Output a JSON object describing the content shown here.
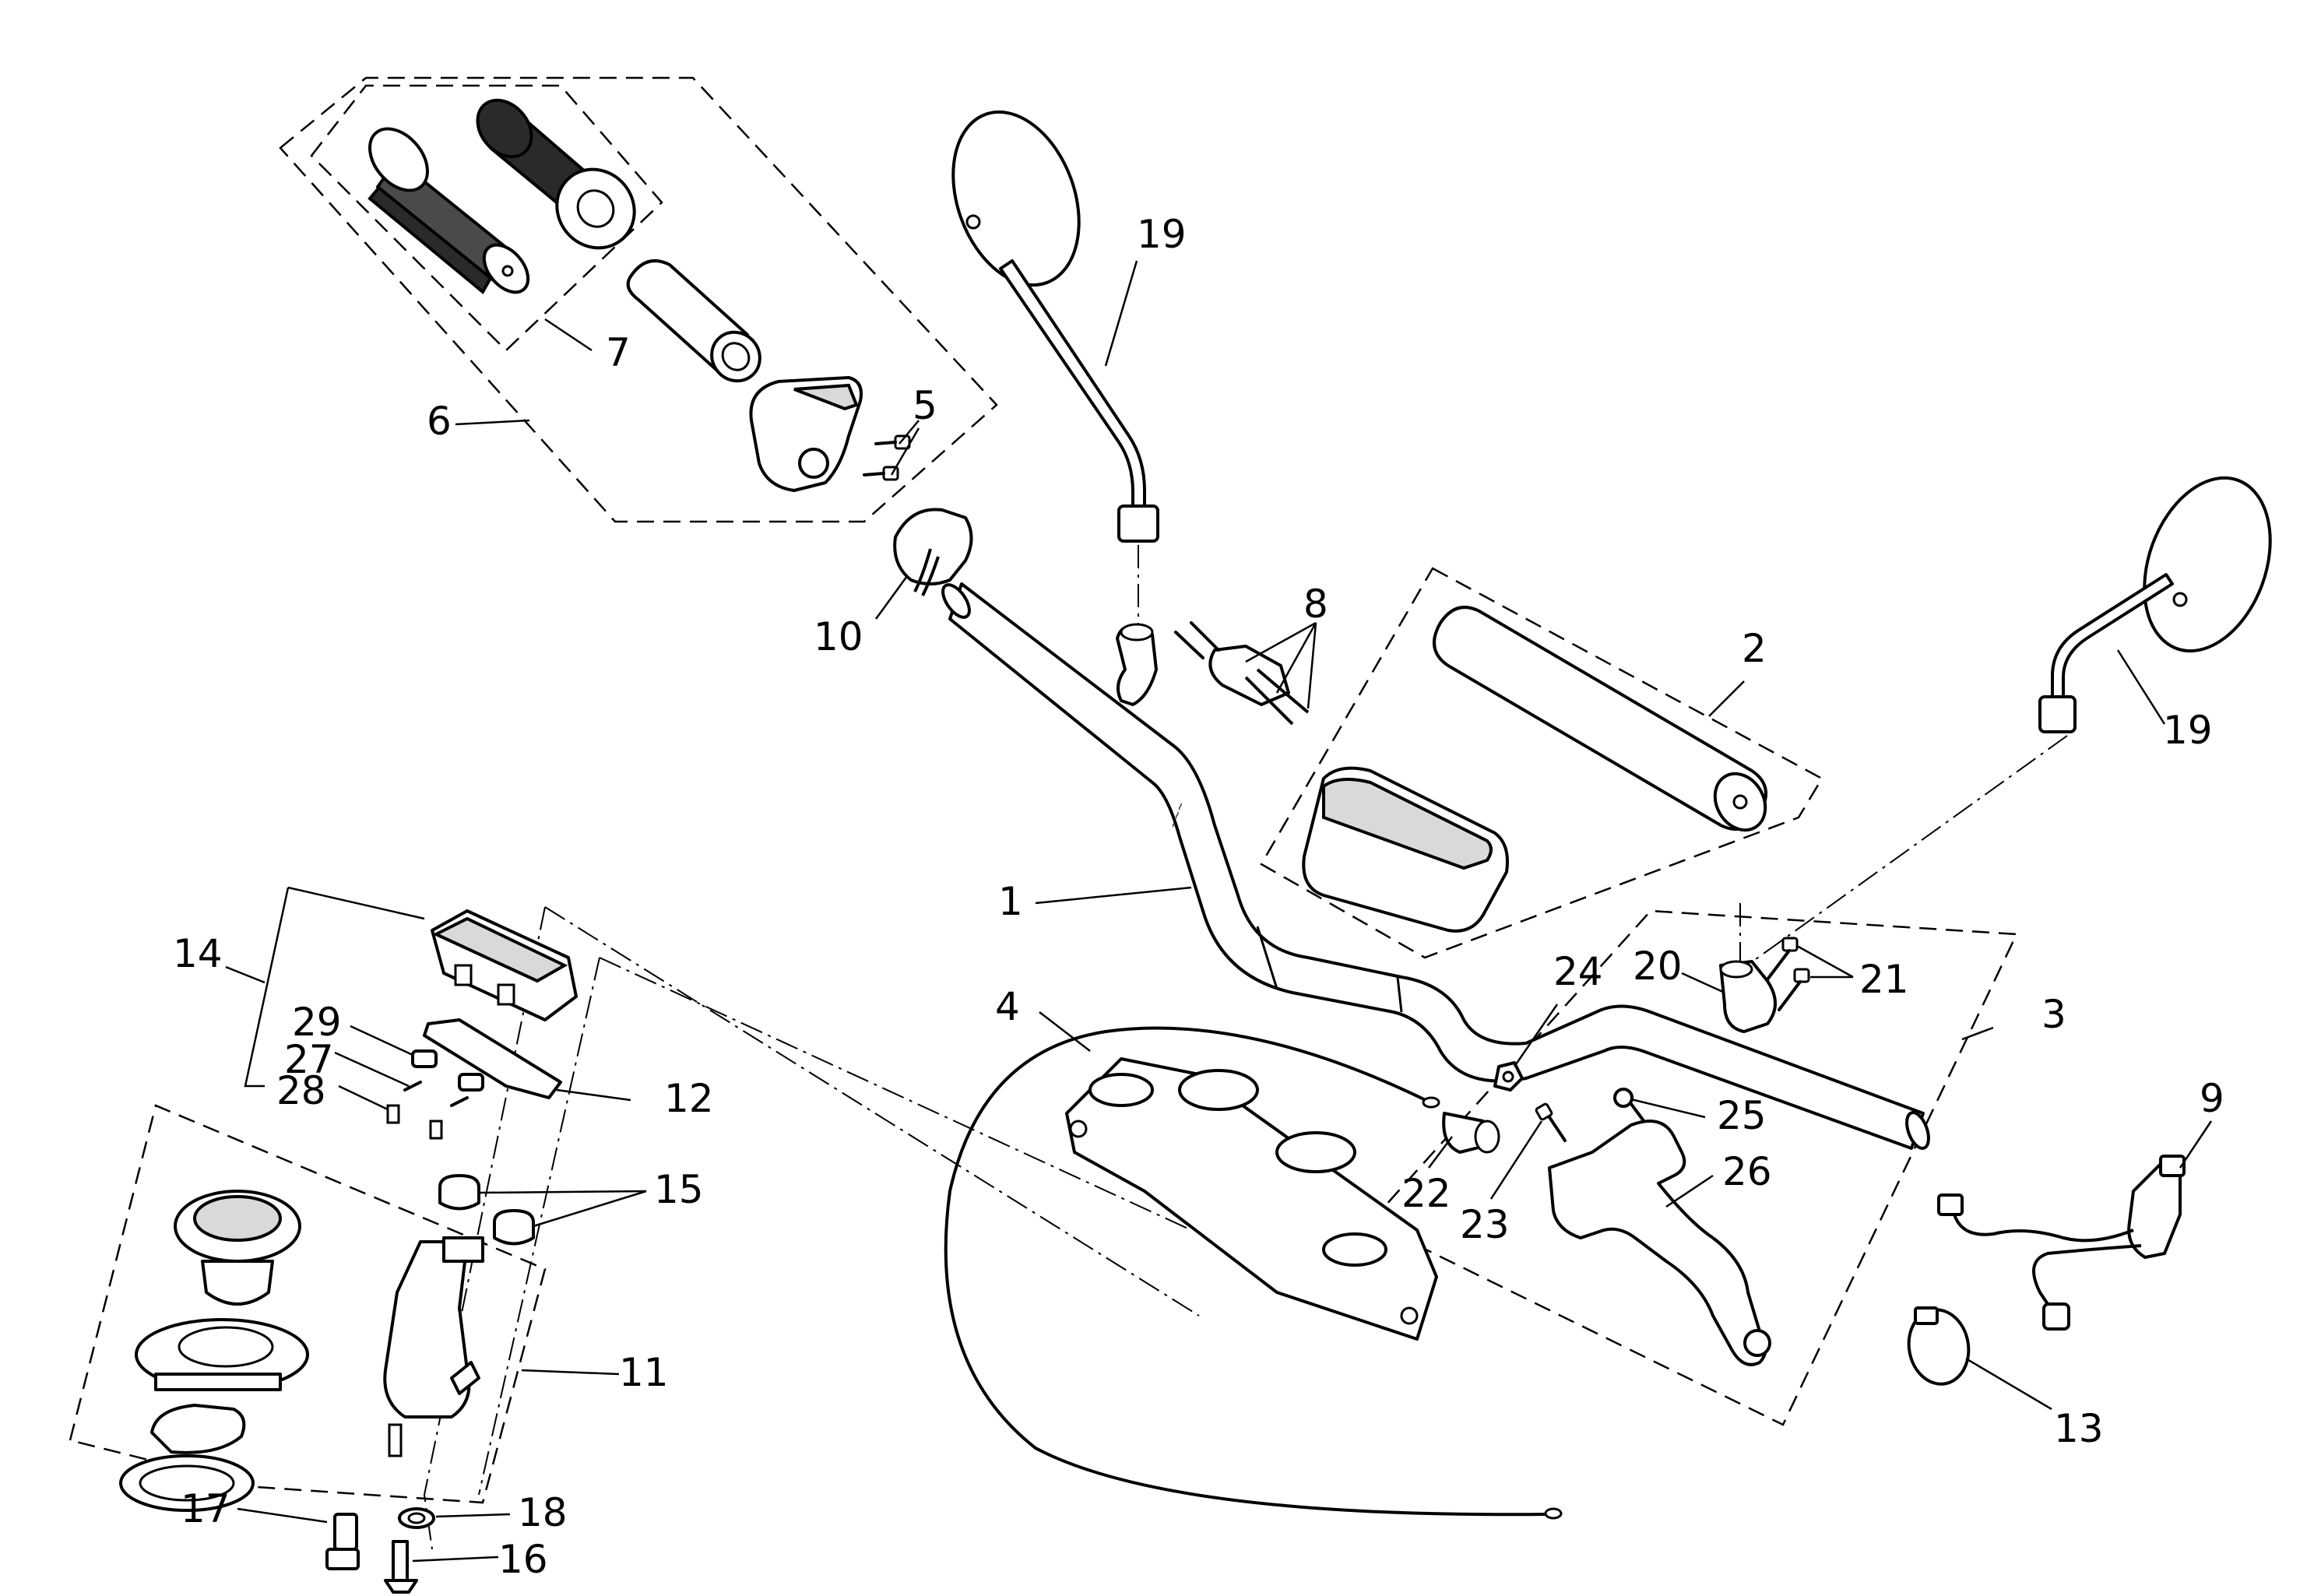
{
  "callouts": {
    "c1": "1",
    "c2": "2",
    "c3": "3",
    "c4": "4",
    "c5": "5",
    "c6": "6",
    "c7": "7",
    "c8": "8",
    "c9": "9",
    "c10": "10",
    "c11": "11",
    "c12": "12",
    "c13": "13",
    "c14": "14",
    "c15": "15",
    "c16": "16",
    "c17": "17",
    "c18": "18",
    "c19a": "19",
    "c19b": "19",
    "c20": "20",
    "c21": "21",
    "c22": "22",
    "c23": "23",
    "c24": "24",
    "c25": "25",
    "c26": "26",
    "c27": "27",
    "c28": "28",
    "c29": "29"
  },
  "colors": {
    "line": "#000000",
    "background": "#ffffff",
    "grip_rubber": "#2a2a2a"
  }
}
